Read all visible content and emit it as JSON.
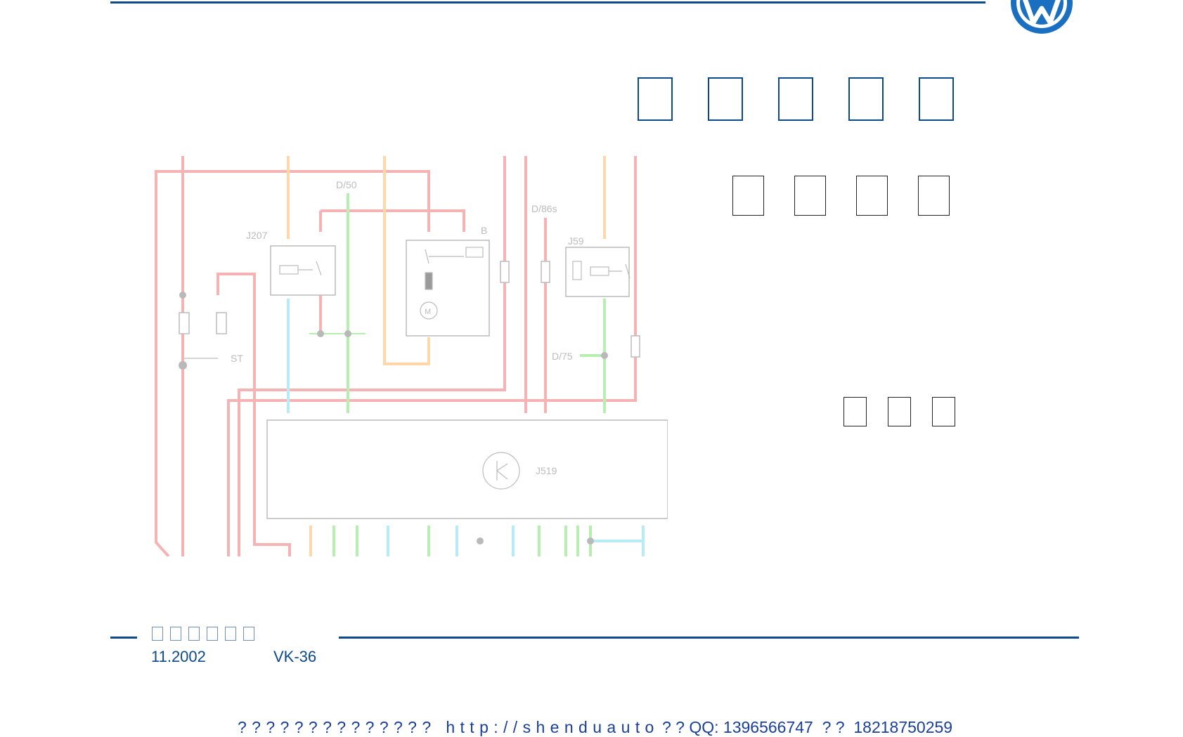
{
  "slide": {
    "title_row_1_count": 5,
    "title_row_2_count": 4,
    "title_row_3_count": 3,
    "footer_box_count": 6
  },
  "footer": {
    "date": "11.2002",
    "code": "VK-36"
  },
  "diagram": {
    "labels": {
      "d50": "D/50",
      "d86s": "D/86s",
      "j207": "J207",
      "b": "B",
      "j59": "J59",
      "st": "ST",
      "d75": "D/75",
      "j519": "J519",
      "m": "M"
    }
  },
  "watermark": {
    "text": "? ? ? ? ? ? ? ? ? ? ? ? ? ?   h t t p : / / s h e n d u a u t o",
    "contact": "? ? QQ: 1396566747  ? ?  18218750259"
  },
  "colors": {
    "brand_blue": "#0b4a8b",
    "wire_red": "#f6b3b3",
    "wire_green": "#b7efb0",
    "wire_blue": "#b5ecf5",
    "wire_orange": "#ffd7a8"
  }
}
